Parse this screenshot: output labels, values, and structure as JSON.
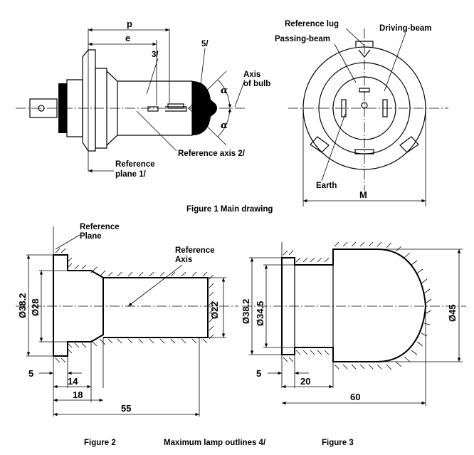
{
  "figure1": {
    "caption": "Figure 1 Main drawing",
    "dim_p": "p",
    "dim_e": "e",
    "label_3": "3/",
    "label_5": "5/",
    "axis_of_bulb_1": "Axis",
    "axis_of_bulb_2": "of bulb",
    "alpha_top": "α",
    "alpha_bottom": "α",
    "ref_axis": "Reference axis 2/",
    "ref_plane_1": "Reference",
    "ref_plane_2": "plane 1/",
    "reference_lug": "Reference lug",
    "passing_beam": "Passing-beam",
    "driving_beam": "Driving-beam",
    "earth": "Earth",
    "dim_M": "M"
  },
  "figure2": {
    "caption": "Figure 2",
    "ref_plane_1": "Reference",
    "ref_plane_2": "Plane",
    "ref_axis_1": "Reference",
    "ref_axis_2": "Axis",
    "d_38_2": "Ø38.2",
    "d_28": "Ø28",
    "d_22": "Ø22",
    "dim_5": "5",
    "dim_14": "14",
    "dim_18": "18",
    "dim_55": "55"
  },
  "figure3": {
    "caption": "Figure 3",
    "d_38_2": "Ø38.2",
    "d_34_5": "Ø34.5",
    "d_45": "Ø45",
    "dim_5": "5",
    "dim_20": "20",
    "dim_60": "60"
  },
  "footer": {
    "max_outlines": "Maximum lamp outlines 4/"
  }
}
